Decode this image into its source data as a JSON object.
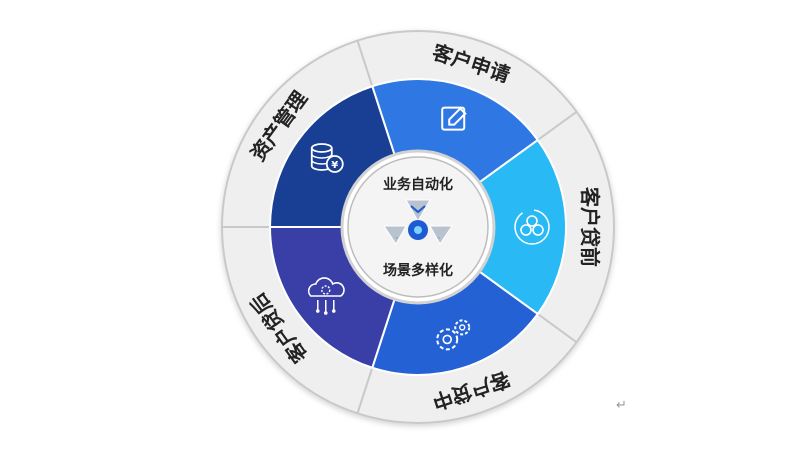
{
  "diagram": {
    "center_top_text": "业务自动化",
    "center_bottom_text": "场景多样化",
    "segments": [
      {
        "label": "客户申请",
        "icon": "edit-icon",
        "color": "#2f78e4"
      },
      {
        "label": "客户贷前",
        "icon": "flower-cycle-icon",
        "color": "#29b9f5"
      },
      {
        "label": "客户贷中",
        "icon": "gears-icon",
        "color": "#2461d4"
      },
      {
        "label": "客户贷后",
        "icon": "cloud-settings-icon",
        "color": "#3a3fa8"
      },
      {
        "label": "资产管理",
        "icon": "coin-stack-icon",
        "color": "#183f94"
      }
    ]
  },
  "colors": {
    "ring": "#efefef",
    "ring_border": "#c9c9c9",
    "center_fill": "#f4f4f4",
    "center_border": "#bdbdbd"
  }
}
